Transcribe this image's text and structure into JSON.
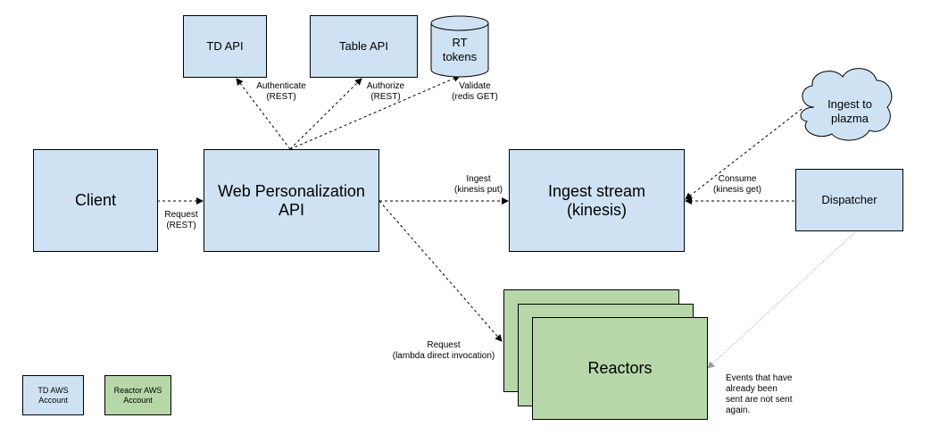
{
  "colors": {
    "td_account": "#cfe2f3",
    "reactor_account": "#b6d7a8",
    "stroke": "#000000",
    "dotted": "#999999"
  },
  "nodes": {
    "td_api": "TD API",
    "table_api": "Table API",
    "rt_tokens": [
      "RT",
      "tokens"
    ],
    "client": "Client",
    "web_api": [
      "Web Personalization",
      "API"
    ],
    "ingest_stream": [
      "Ingest stream",
      "(kinesis)"
    ],
    "ingest_to_plazma": [
      "Ingest to",
      "plazma"
    ],
    "dispatcher": "Dispatcher",
    "reactors": "Reactors"
  },
  "edges": {
    "authenticate": [
      "Authenticate",
      "(REST)"
    ],
    "authorize": [
      "Authorize",
      "(REST)"
    ],
    "validate": [
      "Validate",
      "(redis GET)"
    ],
    "request_rest": [
      "Request",
      "(REST)"
    ],
    "ingest": [
      "Ingest",
      "(kinesis put)"
    ],
    "consume": [
      "Consume",
      "(kinesis get)"
    ],
    "request_lambda": [
      "Request",
      "(lambda direct invocation)"
    ]
  },
  "note": [
    "Events that have",
    "already been",
    "sent are not sent",
    "again."
  ],
  "legend": {
    "td_account": [
      "TD AWS",
      "Account"
    ],
    "reactor_account": [
      "Reactor AWS",
      "Account"
    ]
  }
}
